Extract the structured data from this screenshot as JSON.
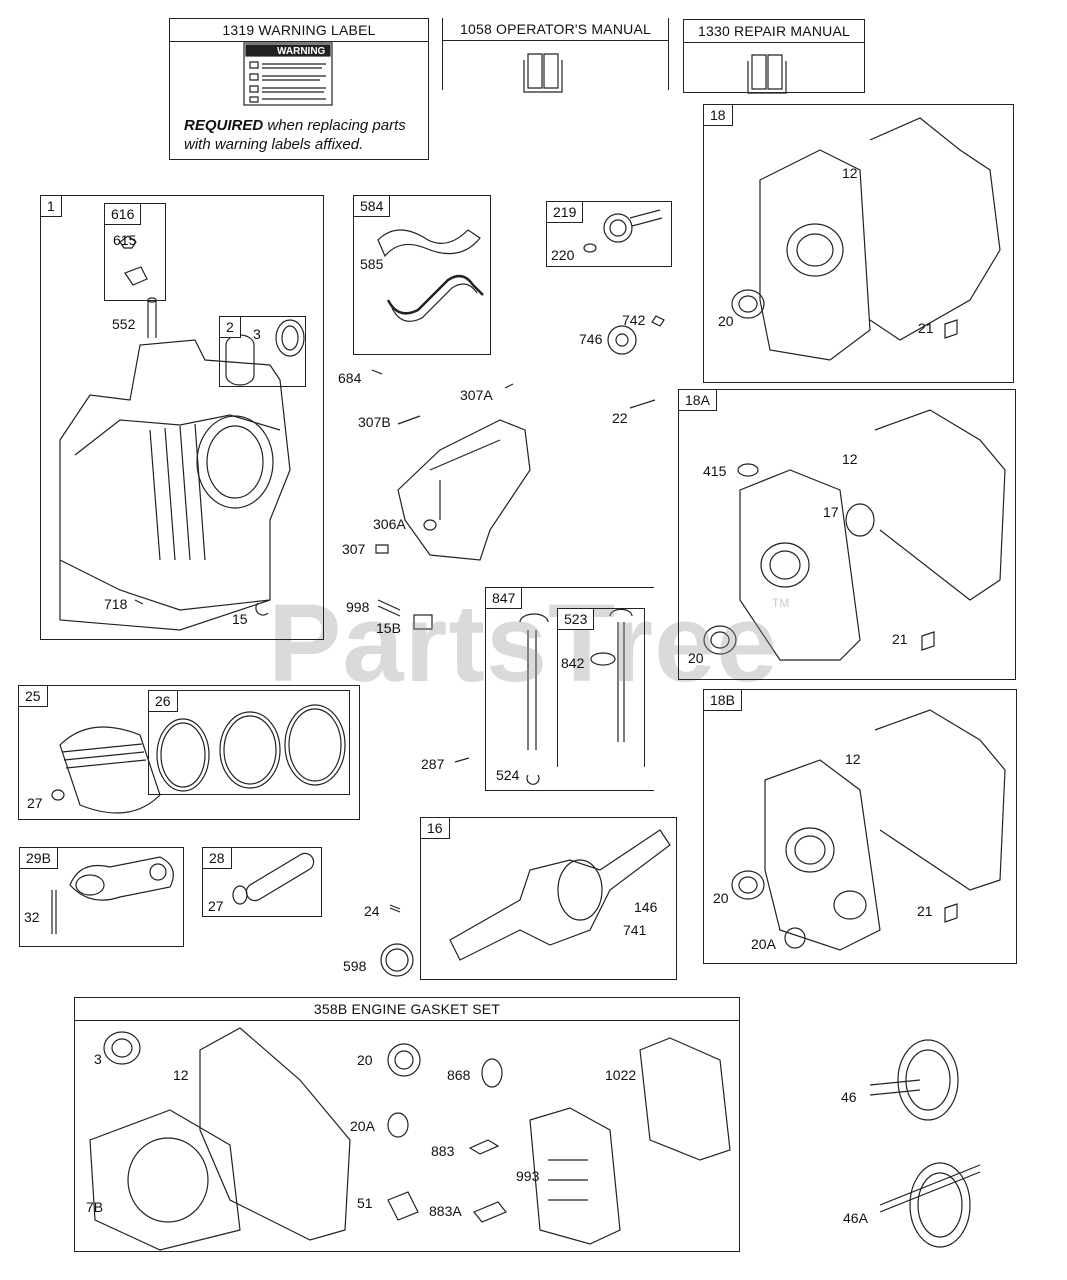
{
  "header_boxes": {
    "warning_label": "1319 WARNING LABEL",
    "operators_manual": "1058 OPERATOR'S MANUAL",
    "repair_manual": "1330 REPAIR MANUAL",
    "warning_word": "WARNING",
    "required_word": "REQUIRED",
    "required_rest": " when replacing parts",
    "required_line2": "with warning labels affixed."
  },
  "gasket_set_title": "358B ENGINE GASKET SET",
  "watermark": "PartsTree",
  "watermark_tm": "TM",
  "box_tabs": {
    "b1": "1",
    "b616": "616",
    "b2": "2",
    "b584": "584",
    "b219": "219",
    "b18": "18",
    "b18a": "18A",
    "b18b": "18B",
    "b25": "25",
    "b26": "26",
    "b847": "847",
    "b523": "523",
    "b29b": "29B",
    "b28": "28",
    "b16": "16"
  },
  "labels": {
    "l615": "615",
    "l552": "552",
    "l3a": "3",
    "l718": "718",
    "l15": "15",
    "l585": "585",
    "l684": "684",
    "l307b": "307B",
    "l307a": "307A",
    "l306a": "306A",
    "l307": "307",
    "l998": "998",
    "l15b": "15B",
    "l220": "220",
    "l742": "742",
    "l746": "746",
    "l22": "22",
    "l12a": "12",
    "l20a": "20",
    "l21a": "21",
    "l415": "415",
    "l12b": "12",
    "l17": "17",
    "l20b": "20",
    "l21b": "21",
    "l842": "842",
    "l287": "287",
    "l524": "524",
    "l27a": "27",
    "l32": "32",
    "l27b": "27",
    "l24": "24",
    "l598": "598",
    "l146": "146",
    "l741": "741",
    "l12c": "12",
    "l20c": "20",
    "l21c": "21",
    "l20ac": "20A",
    "g3": "3",
    "g12": "12",
    "g20": "20",
    "g868": "868",
    "g1022": "1022",
    "g20a": "20A",
    "g883": "883",
    "g993": "993",
    "g7b": "7B",
    "g51": "51",
    "g883a": "883A",
    "l46": "46",
    "l46a": "46A"
  }
}
